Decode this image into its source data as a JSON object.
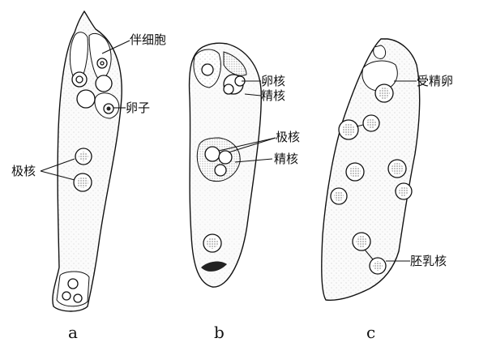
{
  "panels": {
    "a": {
      "letter": "a",
      "labels": {
        "synergid": "伴细胞",
        "egg": "卵子",
        "polar": "极核"
      }
    },
    "b": {
      "letter": "b",
      "labels": {
        "egg_nucleus": "卵核",
        "sperm_top": "精核",
        "polar": "极核",
        "sperm_mid": "精核"
      }
    },
    "c": {
      "letter": "c",
      "labels": {
        "zygote": "受精卵",
        "endosperm": "胚乳核"
      }
    }
  },
  "colors": {
    "ink": "#111111",
    "background": "#ffffff"
  }
}
